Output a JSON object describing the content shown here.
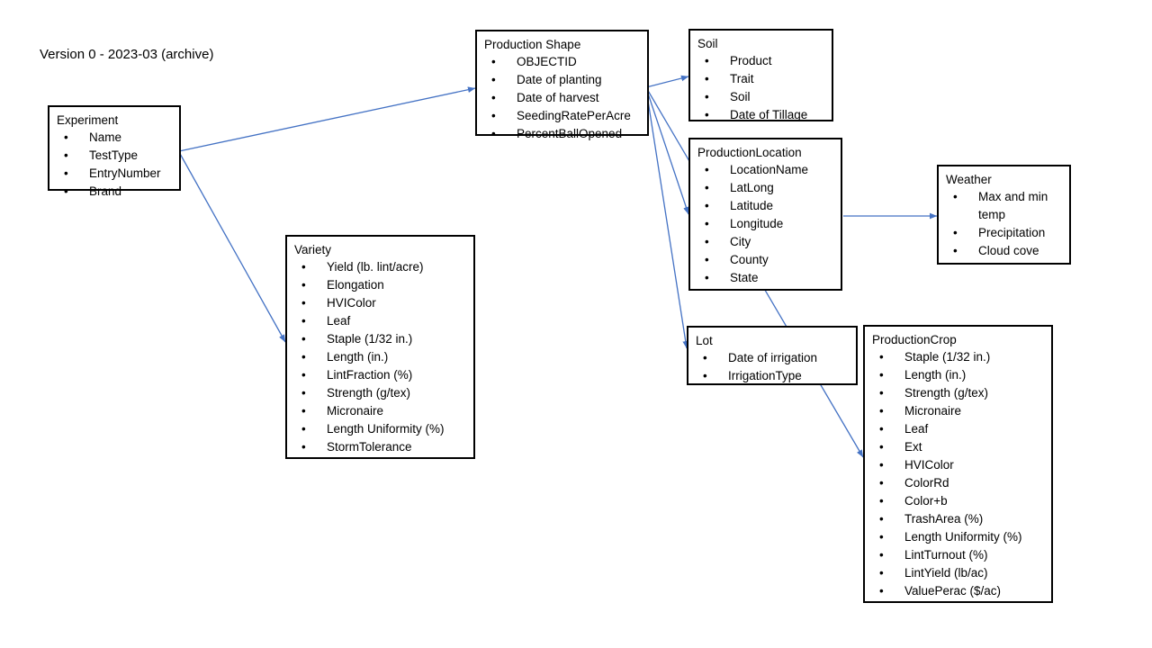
{
  "title": "Version 0 - 2023-03 (archive)",
  "colors": {
    "connector": "#4472C4",
    "box_border": "#000000",
    "background": "#FFFFFF",
    "text": "#000000"
  },
  "entities": [
    {
      "id": "experiment",
      "name": "Experiment",
      "fields": [
        "Name",
        "TestType",
        "EntryNumber",
        "Brand"
      ]
    },
    {
      "id": "production-shape",
      "name": "Production Shape",
      "fields": [
        "OBJECTID",
        "Date of planting",
        "Date of harvest",
        "SeedingRatePerAcre",
        "PercentBallOpened"
      ]
    },
    {
      "id": "soil",
      "name": "Soil",
      "fields": [
        "Product",
        "Trait",
        "Soil",
        "Date of Tillage"
      ]
    },
    {
      "id": "production-location",
      "name": "ProductionLocation",
      "fields": [
        "LocationName",
        "LatLong",
        "Latitude",
        "Longitude",
        "City",
        "County",
        "State"
      ]
    },
    {
      "id": "weather",
      "name": "Weather",
      "fields": [
        "Max and min temp",
        "Precipitation",
        "Cloud cove"
      ]
    },
    {
      "id": "variety",
      "name": "Variety",
      "fields": [
        "Yield (lb. lint/acre)",
        "Elongation",
        "HVIColor",
        "Leaf",
        "Staple (1/32 in.)",
        "Length (in.)",
        "LintFraction (%)",
        "Strength (g/tex)",
        "Micronaire",
        "Length Uniformity (%)",
        "StormTolerance"
      ]
    },
    {
      "id": "lot",
      "name": "Lot",
      "fields": [
        "Date of irrigation",
        "IrrigationType"
      ]
    },
    {
      "id": "production-crop",
      "name": "ProductionCrop",
      "fields": [
        "Staple (1/32 in.)",
        "Length (in.)",
        "Strength (g/tex)",
        "Micronaire",
        "Leaf",
        "Ext",
        "HVIColor",
        "ColorRd",
        "Color+b",
        "TrashArea (%)",
        "Length Uniformity (%)",
        "LintTurnout (%)",
        "LintYield (lb/ac)",
        "ValuePerac ($/ac)"
      ]
    }
  ],
  "connections": [
    {
      "from": "experiment",
      "to": "production-shape"
    },
    {
      "from": "experiment",
      "to": "variety"
    },
    {
      "from": "production-shape",
      "to": "soil"
    },
    {
      "from": "production-shape",
      "to": "production-location"
    },
    {
      "from": "production-shape",
      "to": "lot"
    },
    {
      "from": "production-shape",
      "to": "production-crop"
    },
    {
      "from": "production-location",
      "to": "weather"
    }
  ]
}
